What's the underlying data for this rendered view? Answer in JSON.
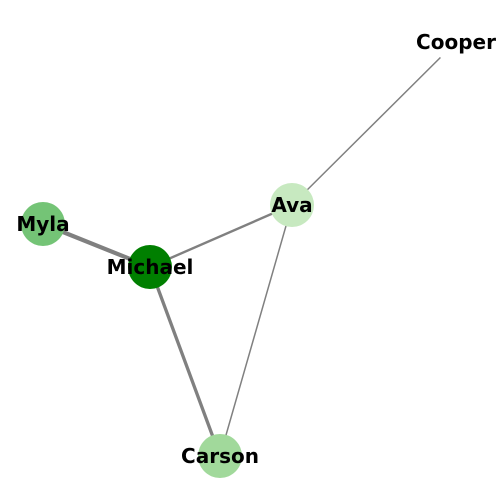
{
  "graph": {
    "nodes": [
      {
        "id": "cooper",
        "label": "Cooper",
        "color": "#ffffff"
      },
      {
        "id": "ava",
        "label": "Ava",
        "color": "#c7e9c0"
      },
      {
        "id": "myla",
        "label": "Myla",
        "color": "#74c476"
      },
      {
        "id": "michael",
        "label": "Michael",
        "color": "#007f00"
      },
      {
        "id": "carson",
        "label": "Carson",
        "color": "#a1d99b"
      }
    ],
    "edges": [
      {
        "source": "cooper",
        "target": "ava",
        "weight": 1
      },
      {
        "source": "ava",
        "target": "michael",
        "weight": 2
      },
      {
        "source": "ava",
        "target": "carson",
        "weight": 1
      },
      {
        "source": "myla",
        "target": "michael",
        "weight": 4
      },
      {
        "source": "michael",
        "target": "carson",
        "weight": 3
      }
    ],
    "edge_color": "#808080"
  }
}
